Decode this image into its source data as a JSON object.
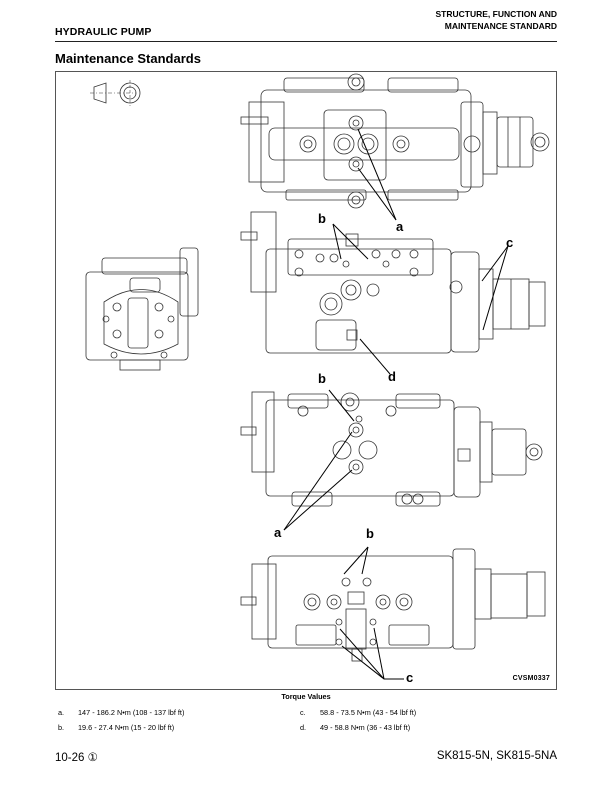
{
  "header": {
    "section": "HYDRAULIC PUMP",
    "chapter_line1": "STRUCTURE, FUNCTION AND",
    "chapter_line2": "MAINTENANCE STANDARD"
  },
  "page_title": "Maintenance Standards",
  "figure": {
    "id": "CVSM0337",
    "symbol_icon": "taper-and-circle-torque-symbol",
    "callouts": {
      "view1_a": "a",
      "view2_b": "b",
      "view2_c": "c",
      "view2_d": "d",
      "view3_b": "b",
      "view3_a": "a",
      "view4_b": "b",
      "view4_c": "c"
    }
  },
  "torque_values": {
    "title": "Torque Values",
    "items": [
      {
        "label": "a.",
        "value": "147 - 186.2 N•m (108 - 137 lbf ft)"
      },
      {
        "label": "b.",
        "value": "19.6 - 27.4 N•m (15 - 20 lbf ft)"
      },
      {
        "label": "c.",
        "value": "58.8 - 73.5 N•m (43 - 54 lbf ft)"
      },
      {
        "label": "d.",
        "value": "49 - 58.8 N•m (36 - 43 lbf ft)"
      }
    ]
  },
  "footer": {
    "page_number": "10-26 ①",
    "models": "SK815-5N, SK815-5NA"
  }
}
